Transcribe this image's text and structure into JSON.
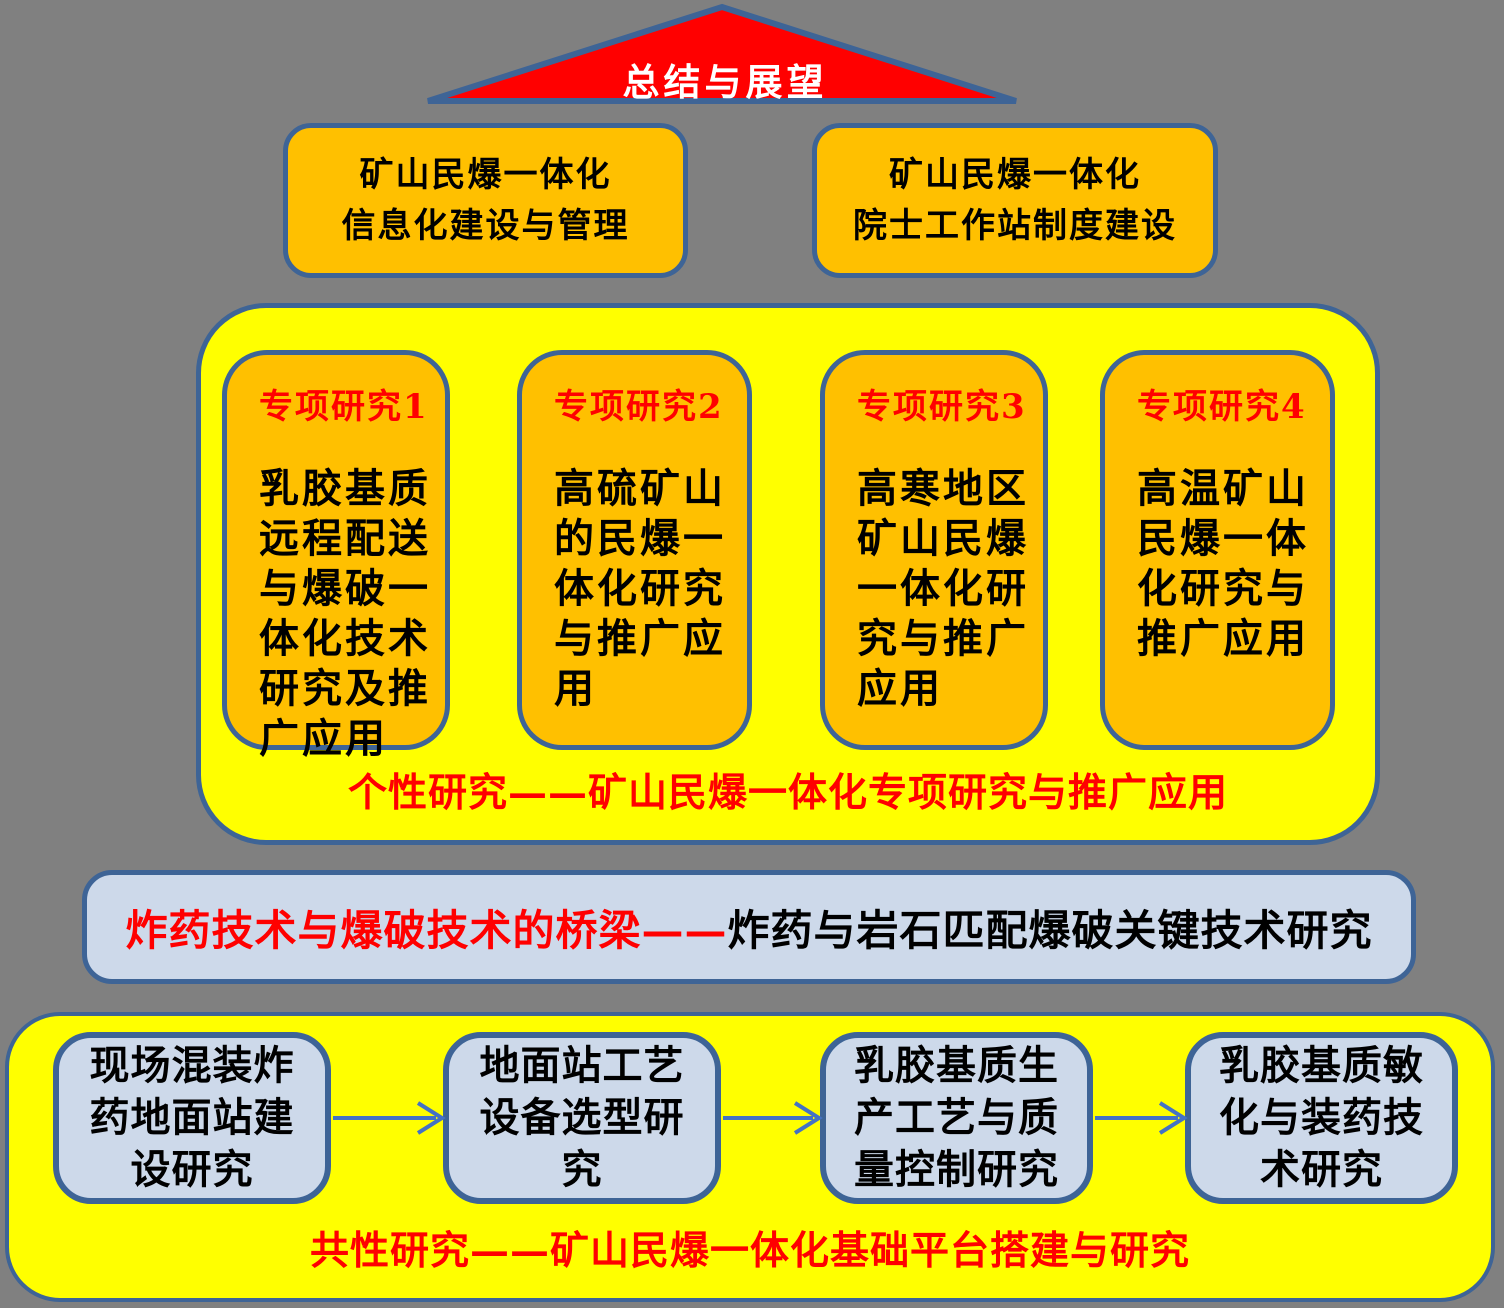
{
  "colors": {
    "background": "#808080",
    "triangle_red": "#FF0000",
    "box_orange": "#FFC000",
    "panel_yellow": "#FFFF00",
    "box_light_blue": "#CDD9EA",
    "border_blue": "#3E6496",
    "arrow_blue": "#4472C4",
    "caption_red": "#FF0000",
    "text_black": "#000000",
    "text_white": "#FFFFFF"
  },
  "triangle": {
    "label": "总结与展望"
  },
  "top_boxes": [
    {
      "text": "矿山民爆一体化\n信息化建设与管理"
    },
    {
      "text": "矿山民爆一体化\n院士工作站制度建设"
    }
  ],
  "special_panel": {
    "caption": "个性研究——矿山民爆一体化专项研究与推广应用",
    "boxes": [
      {
        "title": "专项研究1",
        "body": "乳胶基质\n远程配送\n与爆破一\n体化技术\n研究及推\n广应用"
      },
      {
        "title": "专项研究2",
        "body": "高硫矿山\n的民爆一\n体化研究\n与推广应\n用"
      },
      {
        "title": "专项研究3",
        "body": "高寒地区\n矿山民爆\n一体化研\n究与推广\n应用"
      },
      {
        "title": "专项研究4",
        "body": "高温矿山\n民爆一体\n化研究与\n推广应用"
      }
    ]
  },
  "bridge": {
    "red_part": "炸药技术与爆破技术的桥梁——",
    "black_part": "炸药与岩石匹配爆破关键技术研究"
  },
  "common_panel": {
    "caption": "共性研究——矿山民爆一体化基础平台搭建与研究",
    "boxes": [
      {
        "text": "现场混装炸\n药地面站建\n设研究"
      },
      {
        "text": "地面站工艺\n设备选型研\n究"
      },
      {
        "text": "乳胶基质生\n产工艺与质\n量控制研究"
      },
      {
        "text": "乳胶基质敏\n化与装药技\n术研究"
      }
    ]
  }
}
